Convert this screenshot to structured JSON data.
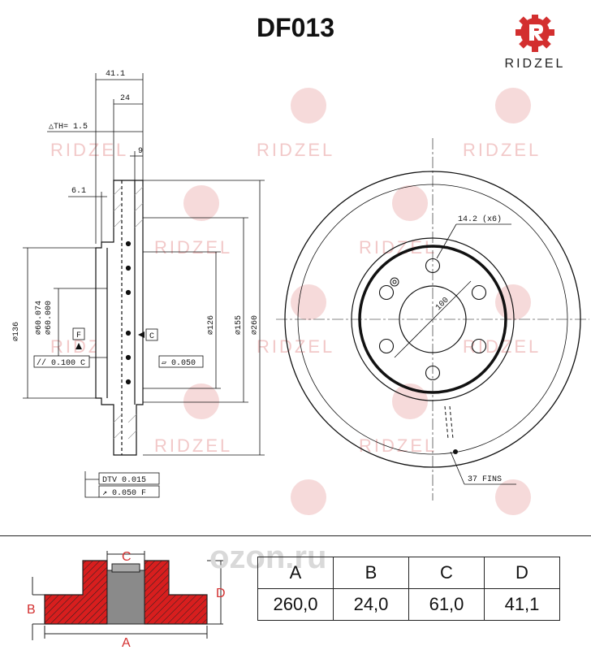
{
  "header": {
    "title": "DF013"
  },
  "brand": {
    "name": "RIDZEL",
    "logo_icon": "ridzel-gear-icon",
    "accent": "#d32f2f"
  },
  "watermark": {
    "text": "RIDZEL",
    "site": "ozon.ru"
  },
  "drawing": {
    "dim_41": "41.1",
    "dim_24": "24",
    "dim_th": "△TH= 1.5",
    "dim_9": "9",
    "dim_6": "6.1",
    "dim_136": "⌀136",
    "dim_60": "⌀60.074",
    "dim_60b": "⌀60.000",
    "dim_126": "⌀126",
    "dim_155": "⌀155",
    "dim_260": "⌀260",
    "datum_f": "F",
    "datum_c": "C",
    "tol_parallel": "// 0.100 C",
    "tol_flat": "▱ 0.050",
    "dtv": "DTV 0.015",
    "runout": "↗ 0.050 F",
    "bolt_holes": "14.2 (x6)",
    "pcd": "100",
    "fins": "37 FINS"
  },
  "legend": {
    "a": "A",
    "b": "B",
    "c": "C",
    "d": "D"
  },
  "table": {
    "headers": [
      "A",
      "B",
      "C",
      "D"
    ],
    "values": [
      "260,0",
      "24,0",
      "61,0",
      "41,1"
    ]
  }
}
